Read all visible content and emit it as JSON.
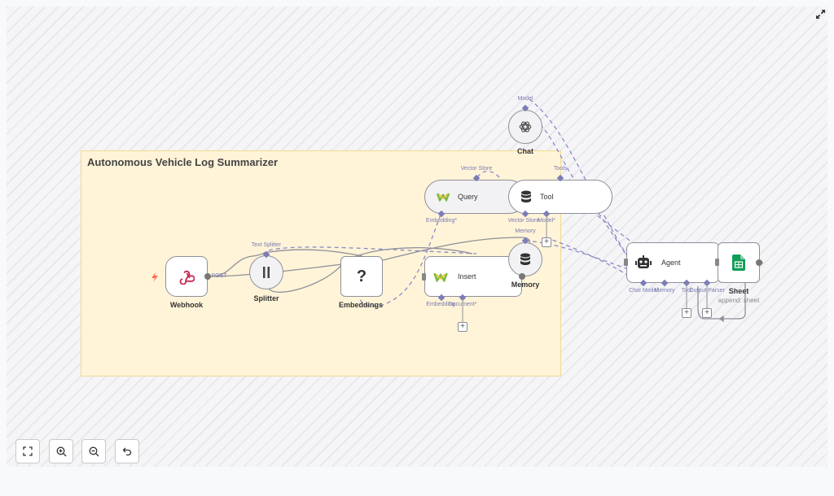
{
  "sticky": {
    "title": "Autonomous Vehicle Log Summarizer"
  },
  "nodes": {
    "chat": {
      "label": "Chat",
      "icon": "openai-icon"
    },
    "query": {
      "label": "Query",
      "icon": "weaviate-icon"
    },
    "tool": {
      "label": "Tool",
      "icon": "database-icon"
    },
    "webhook": {
      "label": "Webhook",
      "icon": "webhook-icon"
    },
    "splitter": {
      "label": "Splitter",
      "icon": "split-icon"
    },
    "embeddings": {
      "label": "Embeddings",
      "icon": "question-icon",
      "glyph": "?"
    },
    "insert": {
      "label": "Insert",
      "icon": "weaviate-icon"
    },
    "memory": {
      "label": "Memory",
      "icon": "database-icon"
    },
    "agent": {
      "label": "Agent",
      "icon": "robot-icon"
    },
    "sheet": {
      "label": "Sheet",
      "sublabel": "append: sheet",
      "icon": "google-sheets-icon"
    }
  },
  "port_labels": {
    "model": "Model",
    "vector_store": "Vector Store",
    "tools": "Tools",
    "embedding": "Embedding*",
    "vector_store_2": "Vector Store",
    "model_2": "Model*",
    "memory": "Memory",
    "post": "POST",
    "text_splitter": "Text Splitter",
    "embedding_2": "Embedding",
    "document": "Document*",
    "chat_model": "Chat Model",
    "agent_memory": "Memory",
    "tool": "Tool",
    "output_parser": "Output Parser"
  },
  "colors": {
    "accent": "#7c7cb8",
    "trigger": "#ff6d5a",
    "sticky_bg": "#fff4d8",
    "sheets_green": "#0f9d58",
    "weaviate_green": "#7fb842",
    "webhook_pink": "#c7254e"
  },
  "controls": {
    "fit": "fit-view-icon",
    "zoom_in": "zoom-in-icon",
    "zoom_out": "zoom-out-icon",
    "reset": "undo-icon",
    "fullscreen": "expand-icon"
  }
}
